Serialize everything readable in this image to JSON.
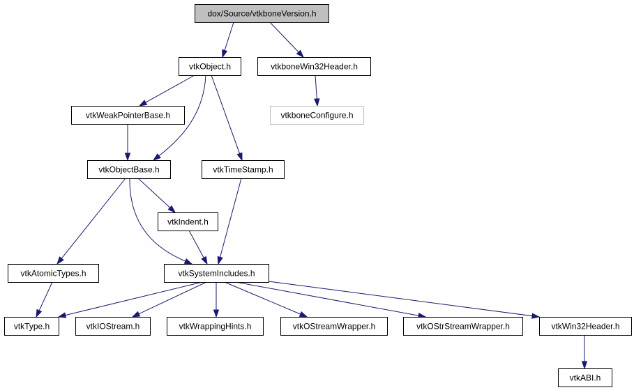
{
  "colors": {
    "edge": "#191970",
    "node_border": "#000000",
    "node_fill": "#ffffff",
    "root_fill": "#bfbfbf",
    "external_border": "#bfbfbf",
    "external_text": "#7f7f7f"
  },
  "nodes": [
    {
      "id": "root",
      "label": "dox/Source/vtkboneVersion.h",
      "style": "root",
      "interactable": false
    },
    {
      "id": "vtkObject",
      "label": "vtkObject.h",
      "style": "normal",
      "interactable": true
    },
    {
      "id": "vtkboneWin32Header",
      "label": "vtkboneWin32Header.h",
      "style": "normal",
      "interactable": true
    },
    {
      "id": "vtkboneConfigure",
      "label": "vtkboneConfigure.h",
      "style": "external",
      "interactable": false
    },
    {
      "id": "vtkWeakPointerBase",
      "label": "vtkWeakPointerBase.h",
      "style": "normal",
      "interactable": true
    },
    {
      "id": "vtkObjectBase",
      "label": "vtkObjectBase.h",
      "style": "normal",
      "interactable": true
    },
    {
      "id": "vtkTimeStamp",
      "label": "vtkTimeStamp.h",
      "style": "normal",
      "interactable": true
    },
    {
      "id": "vtkIndent",
      "label": "vtkIndent.h",
      "style": "normal",
      "interactable": true
    },
    {
      "id": "vtkAtomicTypes",
      "label": "vtkAtomicTypes.h",
      "style": "normal",
      "interactable": true
    },
    {
      "id": "vtkSystemIncludes",
      "label": "vtkSystemIncludes.h",
      "style": "normal",
      "interactable": true
    },
    {
      "id": "vtkType",
      "label": "vtkType.h",
      "style": "normal",
      "interactable": true
    },
    {
      "id": "vtkIOStream",
      "label": "vtkIOStream.h",
      "style": "normal",
      "interactable": true
    },
    {
      "id": "vtkWrappingHints",
      "label": "vtkWrappingHints.h",
      "style": "normal",
      "interactable": true
    },
    {
      "id": "vtkOStreamWrapper",
      "label": "vtkOStreamWrapper.h",
      "style": "normal",
      "interactable": true
    },
    {
      "id": "vtkOStrStreamWrapper",
      "label": "vtkOStrStreamWrapper.h",
      "style": "normal",
      "interactable": true
    },
    {
      "id": "vtkWin32Header",
      "label": "vtkWin32Header.h",
      "style": "normal",
      "interactable": true
    },
    {
      "id": "vtkABI",
      "label": "vtkABI.h",
      "style": "normal",
      "interactable": true
    }
  ],
  "edges": [
    {
      "from": "root",
      "to": "vtkObject"
    },
    {
      "from": "root",
      "to": "vtkboneWin32Header"
    },
    {
      "from": "vtkboneWin32Header",
      "to": "vtkboneConfigure"
    },
    {
      "from": "vtkObject",
      "to": "vtkWeakPointerBase"
    },
    {
      "from": "vtkObject",
      "to": "vtkObjectBase"
    },
    {
      "from": "vtkObject",
      "to": "vtkTimeStamp"
    },
    {
      "from": "vtkWeakPointerBase",
      "to": "vtkObjectBase"
    },
    {
      "from": "vtkObjectBase",
      "to": "vtkIndent"
    },
    {
      "from": "vtkObjectBase",
      "to": "vtkAtomicTypes"
    },
    {
      "from": "vtkObjectBase",
      "to": "vtkSystemIncludes"
    },
    {
      "from": "vtkTimeStamp",
      "to": "vtkSystemIncludes"
    },
    {
      "from": "vtkIndent",
      "to": "vtkSystemIncludes"
    },
    {
      "from": "vtkAtomicTypes",
      "to": "vtkType"
    },
    {
      "from": "vtkSystemIncludes",
      "to": "vtkType"
    },
    {
      "from": "vtkSystemIncludes",
      "to": "vtkIOStream"
    },
    {
      "from": "vtkSystemIncludes",
      "to": "vtkWrappingHints"
    },
    {
      "from": "vtkSystemIncludes",
      "to": "vtkOStreamWrapper"
    },
    {
      "from": "vtkSystemIncludes",
      "to": "vtkOStrStreamWrapper"
    },
    {
      "from": "vtkSystemIncludes",
      "to": "vtkWin32Header"
    },
    {
      "from": "vtkWin32Header",
      "to": "vtkABI"
    }
  ]
}
